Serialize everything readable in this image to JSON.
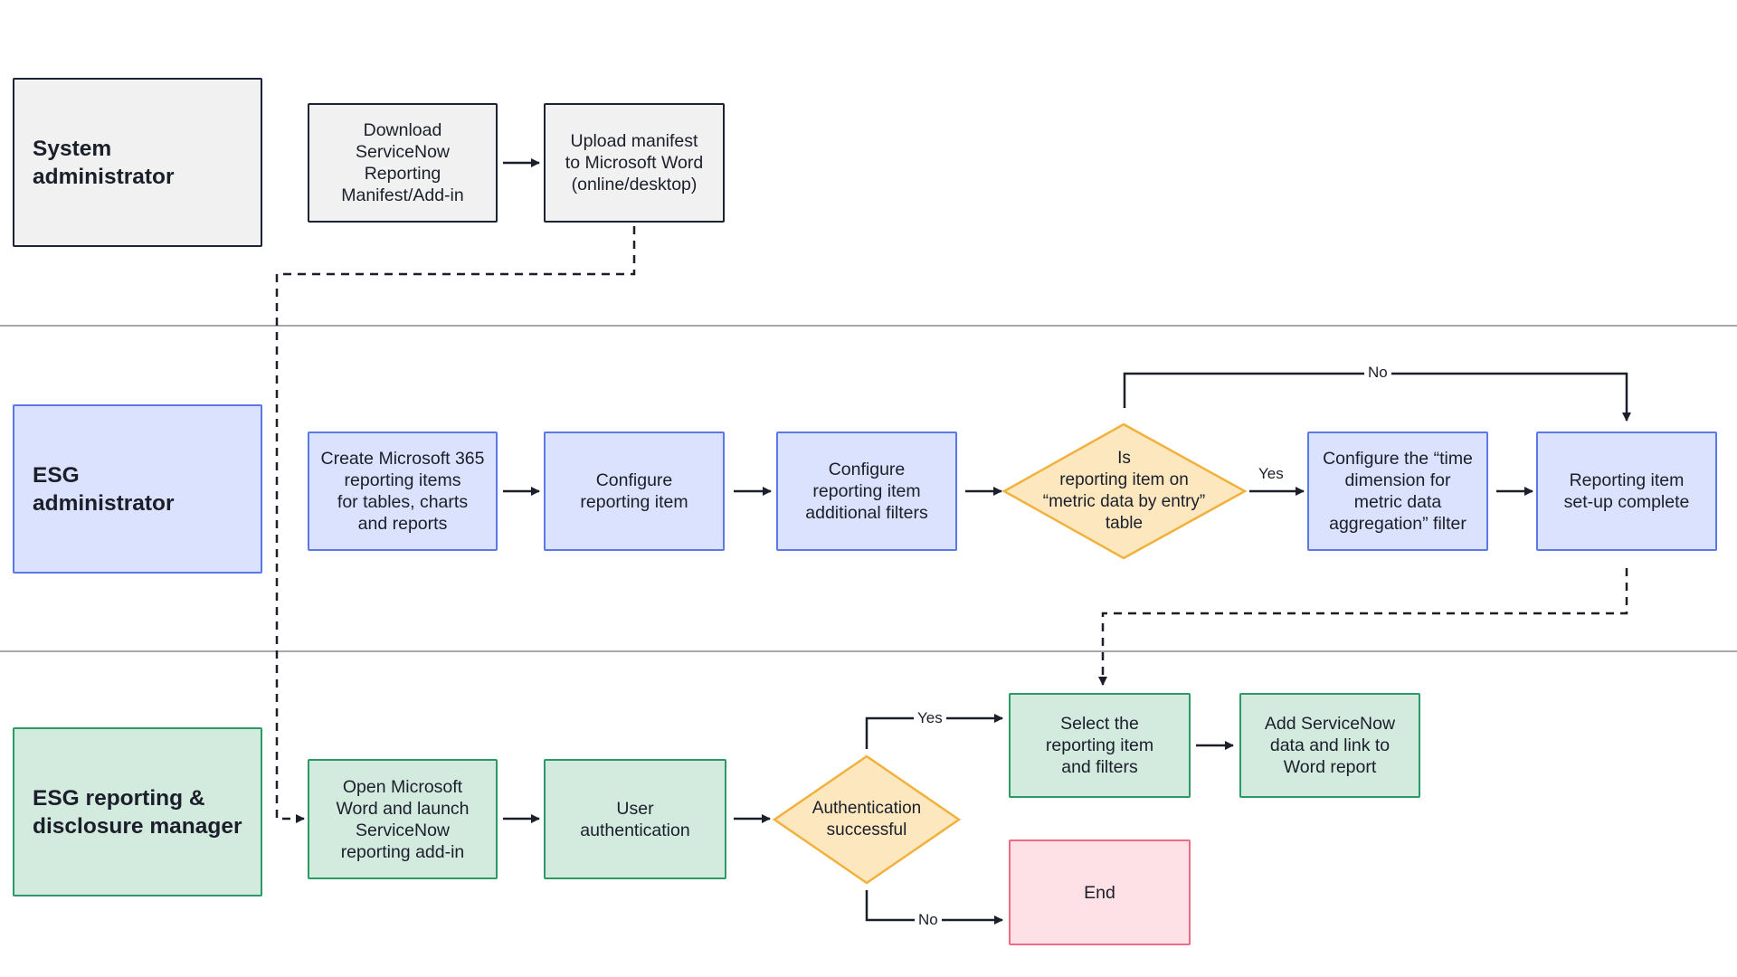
{
  "lanes": {
    "system_admin": "System\nadministrator",
    "esg_admin": "ESG\nadministrator",
    "esg_manager": "ESG reporting &\ndisclosure manager"
  },
  "nodes": {
    "download": "Download\nServiceNow\nReporting\nManifest/Add-in",
    "upload": "Upload manifest\nto Microsoft Word\n(online/desktop)",
    "create": "Create Microsoft 365\nreporting items\nfor tables, charts\nand reports",
    "configure": "Configure\nreporting item",
    "filters": "Configure\nreporting item\nadditional filters",
    "decision_metric": "Is\nreporting item on\n“metric data by entry”\ntable",
    "time_dimension": "Configure the “time\ndimension for\nmetric data\naggregation” filter",
    "setup_complete": "Reporting item\nset-up complete",
    "open_word": "Open Microsoft\nWord and launch\nServiceNow\nreporting add-in",
    "user_auth": "User\nauthentication",
    "decision_auth": "Authentication\nsuccessful",
    "select_item": "Select the\nreporting item\nand filters",
    "add_data": "Add ServiceNow\ndata and link to\nWord report",
    "end": "End"
  },
  "edge_labels": {
    "metric_no": "No",
    "metric_yes": "Yes",
    "auth_yes": "Yes",
    "auth_no": "No"
  },
  "colors": {
    "gray_fill": "#f1f1f1",
    "gray_border": "#1c2433",
    "blue_fill": "#dbe2fd",
    "blue_border": "#5a78e6",
    "green_fill": "#d3eadf",
    "green_border": "#2c9a66",
    "pink_fill": "#fde1e6",
    "pink_border": "#ea6b82",
    "diamond_fill": "#fde7bf",
    "diamond_border": "#f2b13c"
  }
}
